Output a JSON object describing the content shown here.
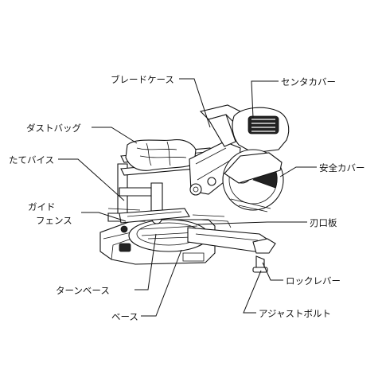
{
  "labels": {
    "blade_case": "ブレードケース",
    "center_cover": "センタカバー",
    "dust_bag": "ダストバッグ",
    "vertical_vise": "たてバイス",
    "guide_fence_line1": "ガイド",
    "guide_fence_line2": "フェンス",
    "safety_cover": "安全カバー",
    "kerf_board": "刃口板",
    "lock_lever": "ロックレバー",
    "adjust_bolt": "アジャストボルト",
    "turn_base": "ターンベース",
    "base": "ベース"
  }
}
